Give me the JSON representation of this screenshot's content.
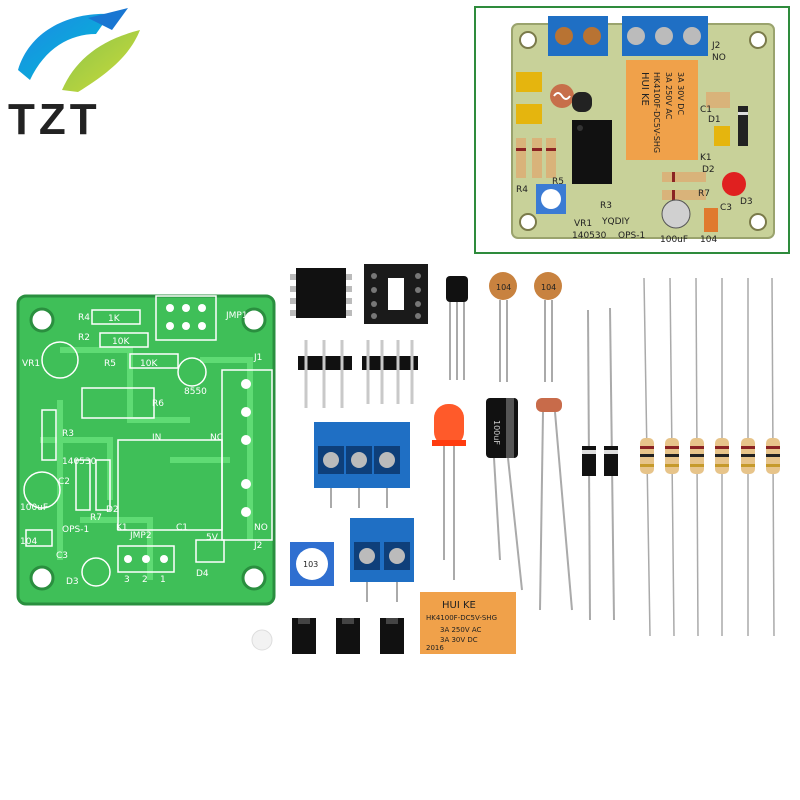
{
  "brand": {
    "name": "TZT"
  },
  "assembled_board": {
    "relay_text_1": "HUI KE",
    "relay_text_2": "HK4100F-DC5V-SHG",
    "relay_text_3": "3A 250V AC",
    "relay_text_4": "3A 30V DC",
    "labels": {
      "j2": "J2",
      "no": "NO",
      "r4": "R4",
      "r5": "R5",
      "r3": "R3",
      "r7": "R7",
      "d1": "D1",
      "d2": "D2",
      "d3": "D3",
      "c1": "C1",
      "c3": "C3",
      "k1": "K1",
      "vr1": "VR1",
      "brand": "YQDIY",
      "date": "140530",
      "model": "OPS-1",
      "cap": "100uF",
      "cap104": "104"
    }
  },
  "pcb": {
    "labels": {
      "r4": "R4",
      "r2": "R2",
      "r1k": "1K",
      "r5": "R5",
      "r10k": "10K",
      "r10k2": "10K",
      "r3": "R3",
      "c2": "C2",
      "d2": "D2",
      "r6": "R6",
      "q": "8550",
      "in": "IN",
      "nc": "NC",
      "no": "NO",
      "j1": "J1",
      "j2": "J2",
      "jmp1": "JMP1",
      "jmp2": "JMP2",
      "vr1": "VR1",
      "date": "140530",
      "cap": "100uF",
      "cap104": "104",
      "model": "OPS-1",
      "d3": "D3",
      "c3": "C3",
      "k1": "K1",
      "c1": "C1",
      "v5": "5V",
      "d4": "D4",
      "one": "1",
      "two": "2",
      "three": "3",
      "r7": "R7"
    }
  },
  "parts": {
    "ceramic_cap_label": "104",
    "relay_text_1": "HUI KE",
    "relay_text_2": "HK4100F-DC5V-SHG",
    "relay_text_3": "3A 250V AC",
    "relay_text_4": "3A 30V DC",
    "relay_year": "2016",
    "electrolytic_label": "100uF",
    "trimmer_label": "103"
  }
}
